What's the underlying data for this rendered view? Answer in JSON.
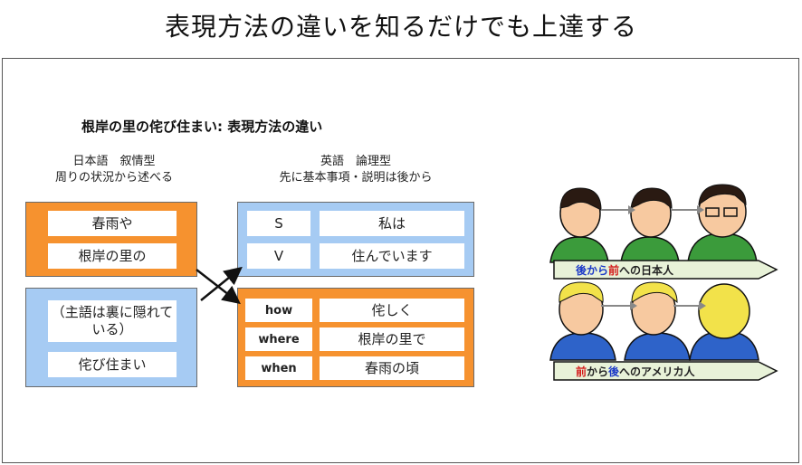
{
  "title": "表現方法の違いを知るだけでも上達する",
  "subtitle": "根岸の里の侘び住まい: 表現方法の違い",
  "japanese": {
    "caption_line1": "日本語　叙情型",
    "caption_line2": "周りの状況から述べる",
    "top_box": [
      "春雨や",
      "根岸の里の"
    ],
    "bottom_box": [
      "（主語は裏に隠れている）",
      "侘び住まい"
    ]
  },
  "english": {
    "caption_line1": "英語　論理型",
    "caption_line2": "先に基本事項・説明は後から",
    "top_box": [
      {
        "role": "S",
        "text": "私は"
      },
      {
        "role": "V",
        "text": "住んでいます"
      }
    ],
    "bottom_box": [
      {
        "role": "how",
        "text": "侘しく"
      },
      {
        "role": "where",
        "text": "根岸の里で"
      },
      {
        "role": "when",
        "text": "春雨の頃"
      }
    ]
  },
  "illustration": {
    "japanese_banner": {
      "part1": "後から",
      "part2": "前",
      "part3": "への日本人"
    },
    "american_banner": {
      "part1": "前",
      "part2": "から",
      "part3": "後",
      "part4": "へのアメリカ人"
    }
  },
  "colors": {
    "orange": "#f6922f",
    "blue": "#a6cbf3",
    "banner_arrow": "#e8f2d8"
  }
}
